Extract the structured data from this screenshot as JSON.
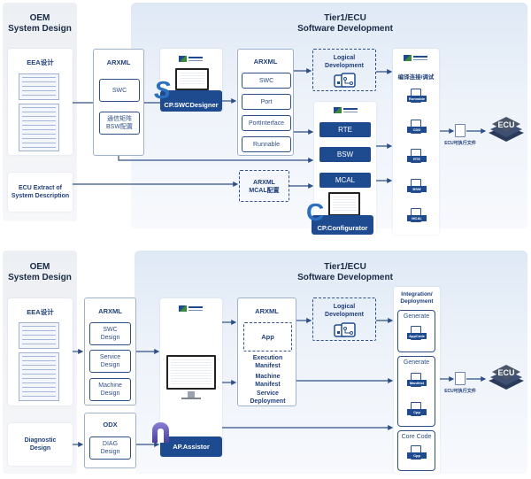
{
  "top": {
    "oem": {
      "title_line1": "OEM",
      "title_line2": "System Design",
      "eea_label": "EEA设计",
      "ecu_extract_line1": "ECU Extract of",
      "ecu_extract_line2": "System Description"
    },
    "tier": {
      "title_line1": "Tier1/ECU",
      "title_line2": "Software Development"
    },
    "arxml_in": {
      "header": "ARXML",
      "items": [
        "SWC",
        "通信矩阵\nBSW配置"
      ]
    },
    "swc_designer": {
      "label": "CP.SWCDesigner",
      "icon": "s-logo-icon"
    },
    "arxml_out": {
      "header": "ARXML",
      "items": [
        "SWC",
        "Port",
        "PortInterface",
        "Runnable"
      ]
    },
    "logical_dev": {
      "line1": "Logical",
      "line2": "Development",
      "icon": "flowchart-icon"
    },
    "configurator": {
      "blocks": [
        "RTE",
        "BSW",
        "MCAL"
      ],
      "label": "CP.Configurator",
      "icon": "c-logo-icon"
    },
    "mcal_cfg": {
      "line1": "ARXML",
      "line2": "MCAL配置"
    },
    "compile": {
      "header": "编译连接/调试",
      "files": [
        "Runnable",
        "CDD",
        "RTE",
        "BSW",
        "MCAL"
      ]
    },
    "output": {
      "file_caption": "ECU可执行文件",
      "ecu_label": "ECU"
    }
  },
  "bottom": {
    "oem": {
      "title_line1": "OEM",
      "title_line2": "System Design",
      "eea_label": "EEA设计",
      "diag_line1": "Diagnostic",
      "diag_line2": "Design"
    },
    "tier": {
      "title_line1": "Tier1/ECU",
      "title_line2": "Software Development"
    },
    "arxml_in": {
      "header": "ARXML",
      "items": [
        "SWC\nDesign",
        "Service\nDesign",
        "Machine\nDesign"
      ]
    },
    "odx": {
      "header": "ODX",
      "items": [
        "DIAG\nDesign"
      ]
    },
    "assistor": {
      "label": "AP.Assistor",
      "icon": "a-logo-icon"
    },
    "arxml_out": {
      "header": "ARXML",
      "app": "App",
      "manifests": [
        "Execution\nManifest",
        "Machine\nManifest",
        "Service\nDeployment"
      ]
    },
    "logical_dev": {
      "line1": "Logical",
      "line2": "Development",
      "icon": "flowchart-icon"
    },
    "integration": {
      "header_line1": "Integration/",
      "header_line2": "Deployment",
      "groups": [
        {
          "label": "Generate",
          "files": [
            "AppCode"
          ]
        },
        {
          "label": "Generate",
          "files": [
            "Manifest",
            "Cpp"
          ]
        },
        {
          "label": "Core Code",
          "files": [
            "Cpp"
          ]
        }
      ]
    },
    "output": {
      "file_caption": "ECU可执行文件",
      "ecu_label": "ECU"
    }
  },
  "colors": {
    "primary": "#1e4b8f",
    "line": "#2e4f86",
    "panel_bg": "#e6eef8",
    "oem_bg": "#eceff3"
  }
}
